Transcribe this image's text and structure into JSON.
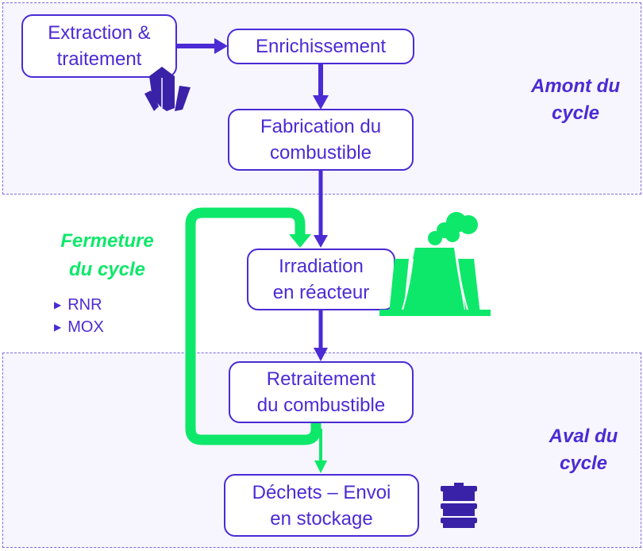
{
  "zones": {
    "upstream": {
      "label_line1": "Amont du",
      "label_line2": "cycle"
    },
    "downstream": {
      "label_line1": "Aval du",
      "label_line2": "cycle"
    }
  },
  "steps": {
    "extraction": {
      "line1": "Extraction &",
      "line2": "traitement"
    },
    "enrichment": {
      "line1": "Enrichissement"
    },
    "fabrication": {
      "line1": "Fabrication du",
      "line2": "combustible"
    },
    "irradiation": {
      "line1": "Irradiation",
      "line2": "en réacteur"
    },
    "reprocessing": {
      "line1": "Retraitement",
      "line2": "du combustible"
    },
    "waste": {
      "line1": "Déchets – Envoi",
      "line2": "en stockage"
    }
  },
  "closure": {
    "title_line1": "Fermeture",
    "title_line2": "du cycle",
    "items": [
      "RNR",
      "MOX"
    ]
  },
  "icons": {
    "extraction": "crystal-icon",
    "reactor": "cooling-tower-icon",
    "waste": "barrel-icon"
  },
  "colors": {
    "primary": "#4a2bd4",
    "green": "#0ee86a",
    "zone_bg": "#f7f6fe",
    "icon_dark": "#3a22a8"
  }
}
